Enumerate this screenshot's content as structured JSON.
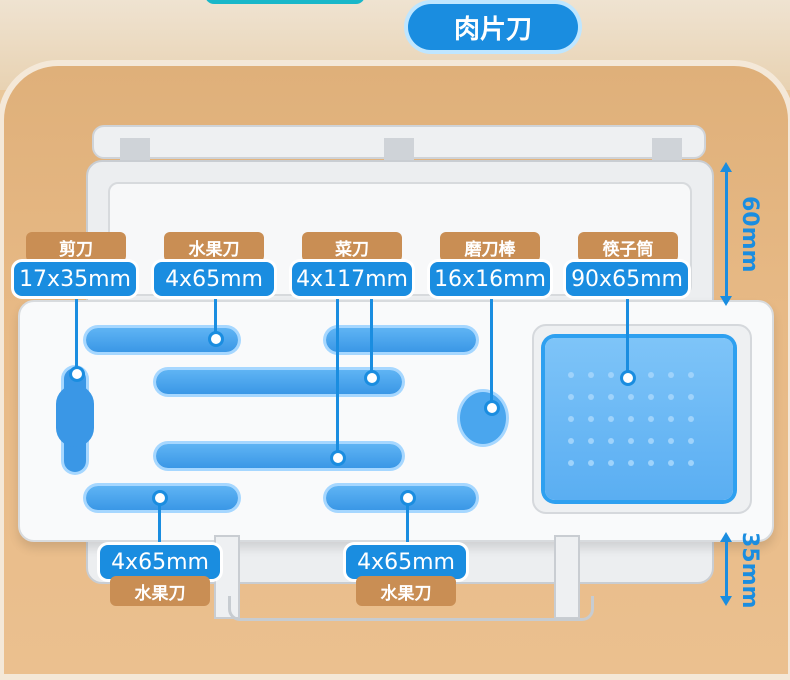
{
  "header": {
    "title": "肉片刀"
  },
  "colors": {
    "accent": "#1a8de0",
    "label_brown": "#c98e54",
    "slot_blue": "#3a97e6"
  },
  "top_labels": [
    {
      "name": "剪刀",
      "size": "17x35mm"
    },
    {
      "name": "水果刀",
      "size": "4x65mm"
    },
    {
      "name": "菜刀",
      "size": "4x117mm"
    },
    {
      "name": "磨刀棒",
      "size": "16x16mm"
    },
    {
      "name": "筷子筒",
      "size": "90x65mm"
    }
  ],
  "bottom_labels": [
    {
      "size": "4x65mm",
      "name": "水果刀"
    },
    {
      "size": "4x65mm",
      "name": "水果刀"
    }
  ],
  "dimensions": {
    "height_top": "60mm",
    "height_bottom": "35mm"
  }
}
